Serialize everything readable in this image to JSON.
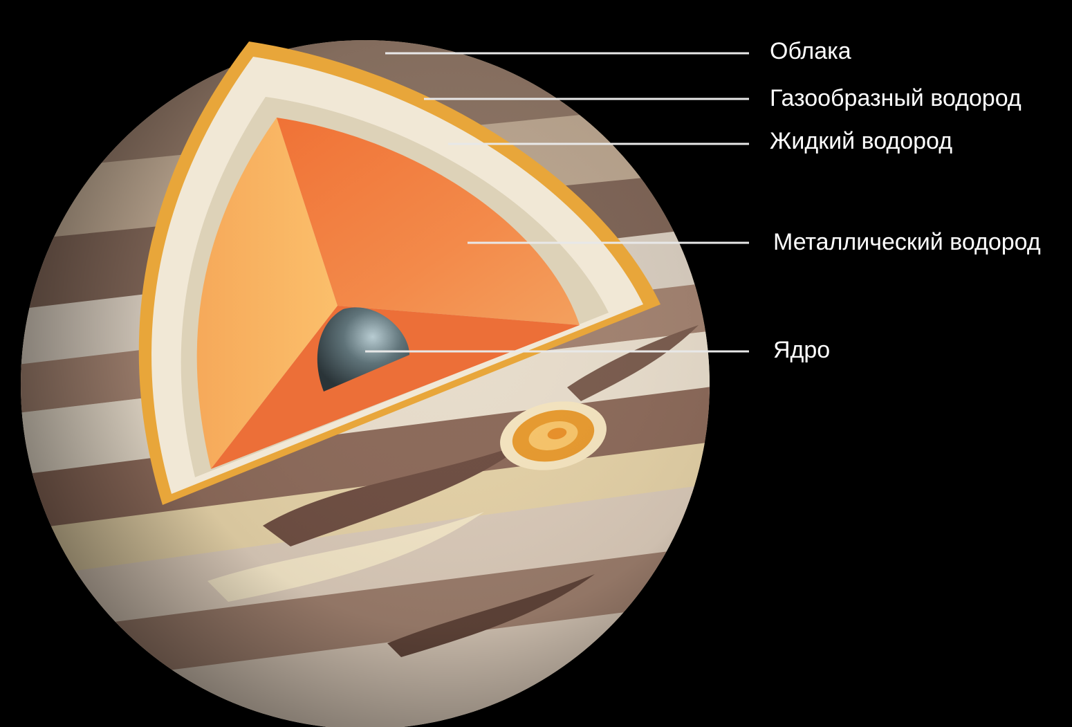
{
  "diagram": {
    "labels": {
      "clouds": "Облака",
      "gaseous_hydrogen": "Газообразный водород",
      "liquid_hydrogen": "Жидкий водород",
      "metallic_hydrogen": "Металлический водород",
      "core": "Ядро"
    }
  },
  "colors": {
    "background": "#000000",
    "label_text": "#ffffff",
    "leader_line": "#e8e8e8",
    "cloud_layer": "#e8a63a",
    "gaseous_hydrogen": "#f1e8d6",
    "liquid_hydrogen": "#ddd2b8",
    "metallic_hydrogen": "#f07a3c",
    "core": "#5a6a70"
  }
}
